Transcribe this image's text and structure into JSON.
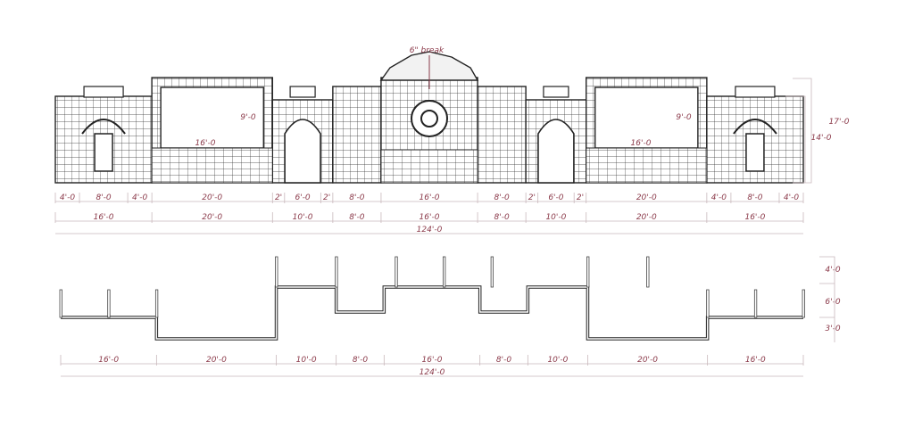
{
  "elevation": {
    "callout": "6\" break",
    "panel_labels": {
      "panel_height": "9'-0",
      "panel_width": "16'-0"
    },
    "segments_row1": [
      "4'-0",
      "8'-0",
      "4'-0",
      "20'-0",
      "2'",
      "6'-0",
      "2'",
      "8'-0",
      "16'-0",
      "8'-0",
      "2'",
      "6'-0",
      "2'",
      "20'-0",
      "4'-0",
      "8'-0",
      "4'-0"
    ],
    "segments_row1_ft": [
      4,
      8,
      4,
      20,
      2,
      6,
      2,
      8,
      16,
      8,
      2,
      6,
      2,
      20,
      4,
      8,
      4
    ],
    "segments_row2": [
      "16'-0",
      "20'-0",
      "10'-0",
      "8'-0",
      "16'-0",
      "8'-0",
      "10'-0",
      "20'-0",
      "16'-0"
    ],
    "segments_row2_ft": [
      16,
      20,
      10,
      8,
      16,
      8,
      10,
      20,
      16
    ],
    "overall": "124'-0",
    "heights": [
      "17'-0",
      "14'-0"
    ]
  },
  "plan": {
    "segments": [
      "16'-0",
      "20'-0",
      "10'-0",
      "8'-0",
      "16'-0",
      "8'-0",
      "10'-0",
      "20'-0",
      "16'-0"
    ],
    "segments_ft": [
      16,
      20,
      10,
      8,
      16,
      8,
      10,
      20,
      16
    ],
    "overall": "124'-0",
    "offsets": [
      "4'-0",
      "6'-0",
      "3'-0"
    ]
  }
}
